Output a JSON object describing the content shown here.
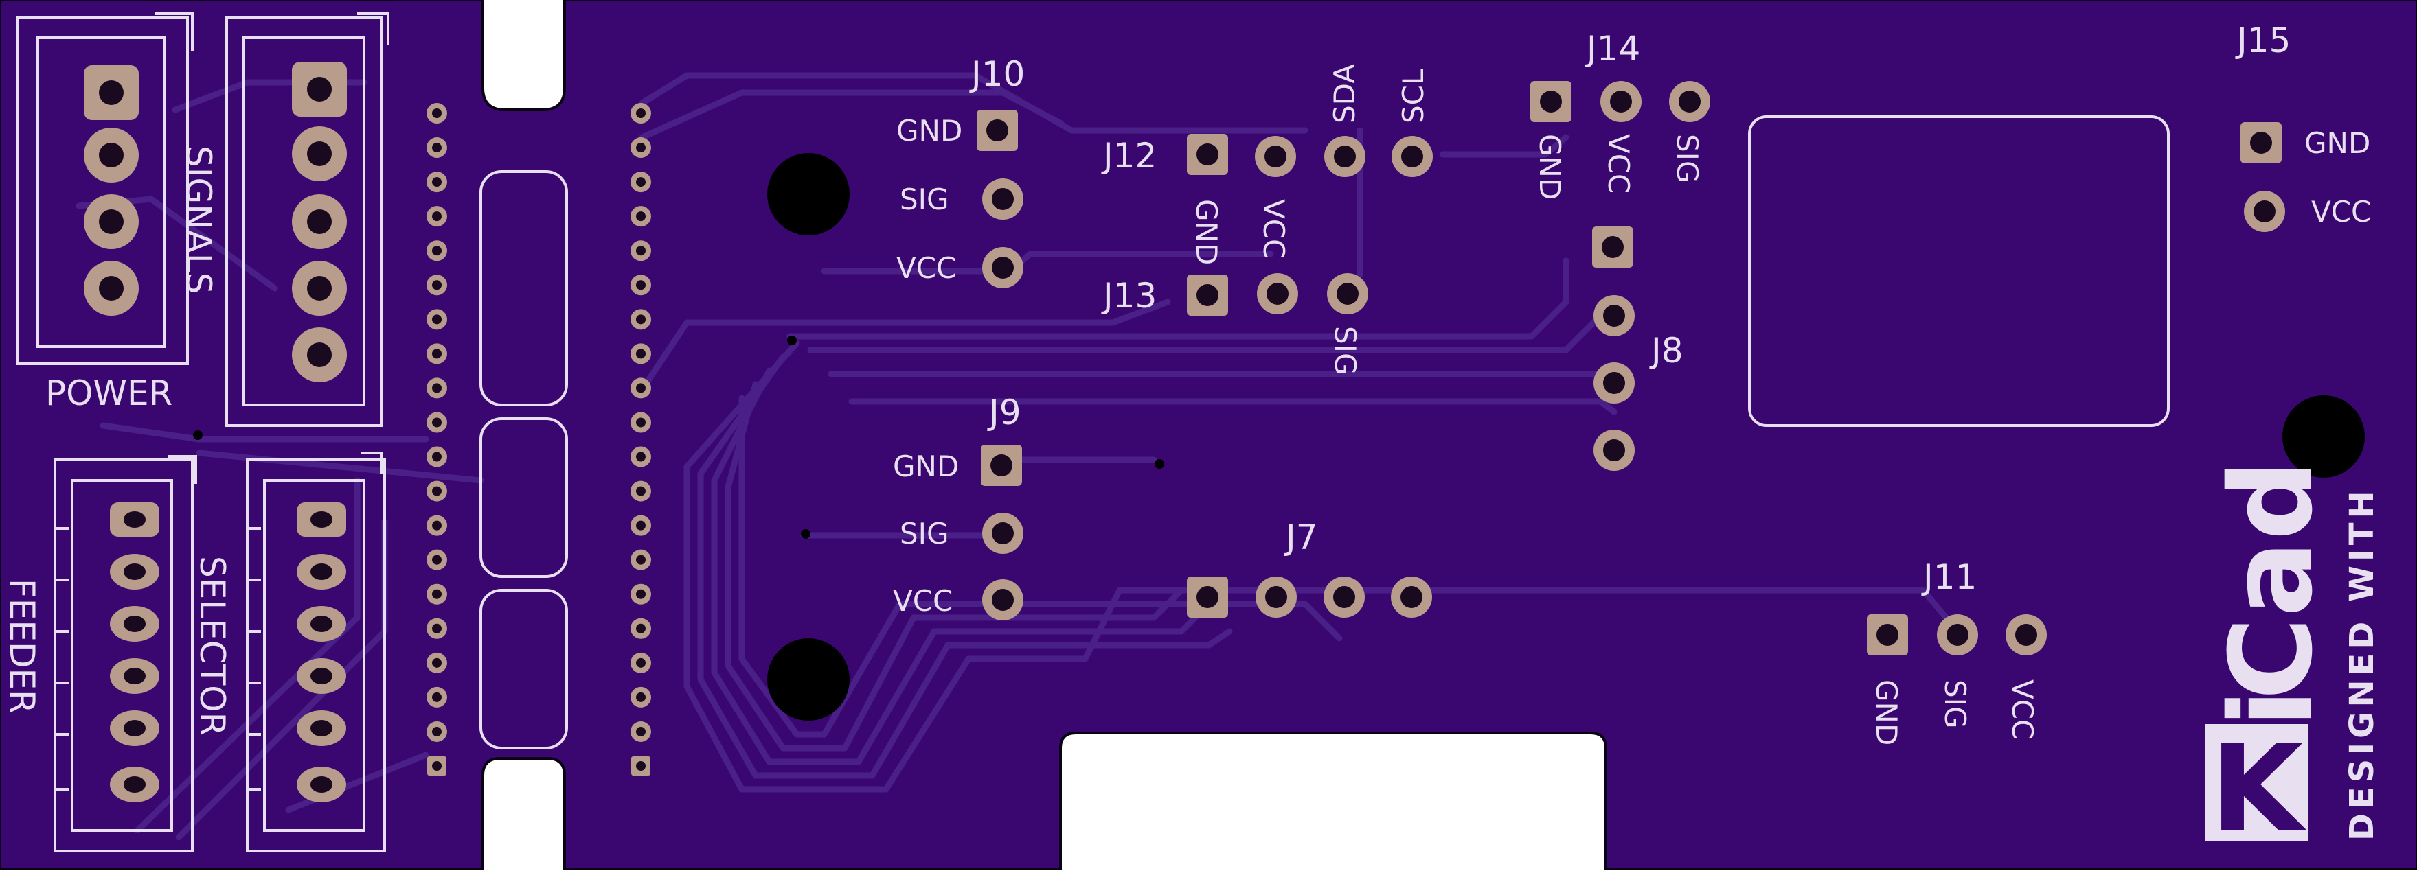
{
  "colors": {
    "board": "#3a0770",
    "board_edge": "#0a0312",
    "trace": "#4a1f88",
    "silkscreen": "#e8e0f0",
    "pad": "#b89c8c",
    "hole": "#1a0a20",
    "mount_hole": "#000000",
    "background": "#ffffff"
  },
  "board": {
    "left_labels": {
      "power": "POWER",
      "signals": "SIGNALS",
      "feeder": "FEEDER",
      "selector": "SELECTOR"
    },
    "headers": [
      {
        "id": "J10",
        "label": "J10",
        "pins": [
          "GND",
          "SIG",
          "VCC"
        ]
      },
      {
        "id": "J9",
        "label": "J9",
        "pins": [
          "GND",
          "SIG",
          "VCC"
        ]
      },
      {
        "id": "J12",
        "label": "J12",
        "pins": [
          "GND",
          "VCC",
          "SDA",
          "SCL"
        ]
      },
      {
        "id": "J13",
        "label": "J13",
        "pins": [
          "",
          "",
          "SIG"
        ]
      },
      {
        "id": "J14",
        "label": "J14",
        "pins": [
          "GND",
          "VCC",
          "SIG"
        ]
      },
      {
        "id": "J15",
        "label": "J15",
        "pins": [
          "GND",
          "VCC"
        ]
      },
      {
        "id": "J8",
        "label": "J8",
        "pins": []
      },
      {
        "id": "J7",
        "label": "J7",
        "pins": []
      },
      {
        "id": "J11",
        "label": "J11",
        "pins": [
          "GND",
          "SIG",
          "VCC"
        ]
      }
    ],
    "logo": {
      "brand": "KiCad",
      "tagline": "DESIGNED WITH",
      "brand_k": "K",
      "brand_i": "i",
      "brand_cad": "Cad"
    }
  }
}
